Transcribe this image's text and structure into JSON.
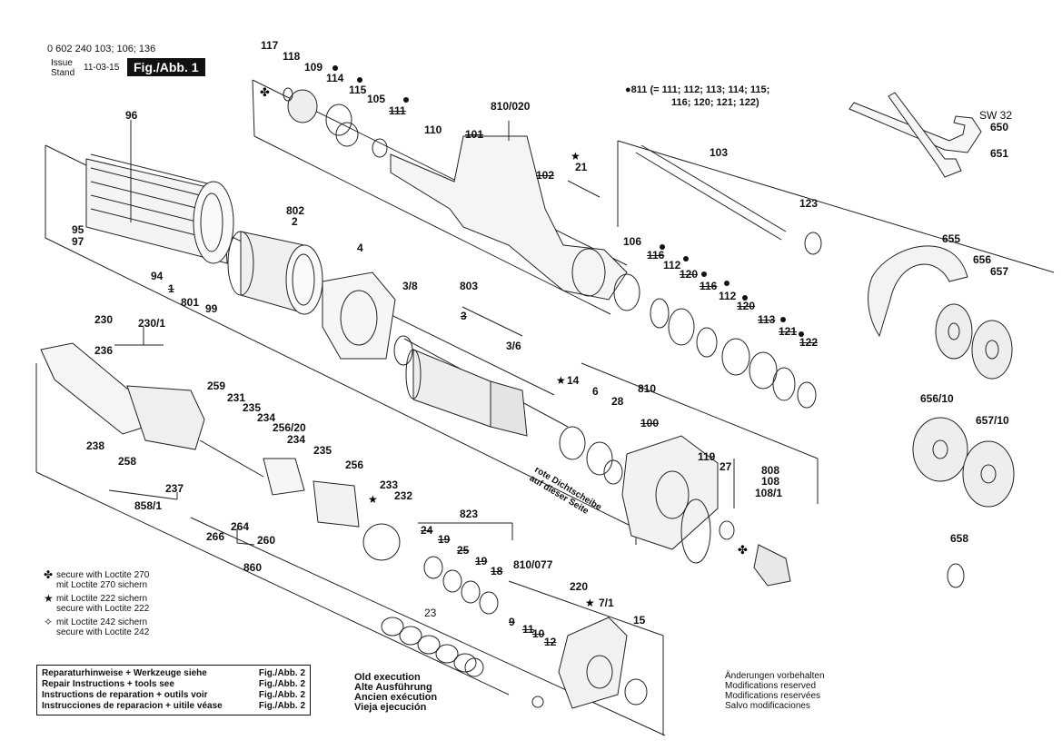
{
  "header": {
    "part_numbers": "0 602 240 103; 106; 136",
    "issue_label": "Issue",
    "stand_label": "Stand",
    "date": "11-03-15",
    "figure": "Fig./Abb. 1"
  },
  "note_811": {
    "line1": "●811 (= 111; 112; 113; 114; 115;",
    "line2": "116; 120; 121; 122)"
  },
  "rotated_note": {
    "line1": "rote Dichtscheibe",
    "line2": "auf dieser Seite"
  },
  "labels": {
    "l117": "117",
    "l118": "118",
    "l109": "109",
    "l114": "114",
    "l115": "115",
    "l105": "105",
    "l111": "111",
    "l110": "110",
    "l810_020": "810/020",
    "l101": "101",
    "l102": "102",
    "l21": "21",
    "l103": "103",
    "l123": "123",
    "lsw32": "SW 32",
    "l650": "650",
    "l651": "651",
    "l96": "96",
    "l802": "802",
    "l2": "2",
    "l95": "95",
    "l97": "97",
    "l94": "94",
    "l801": "801",
    "l99": "99",
    "l1": "1",
    "l4": "4",
    "l3_8": "3/8",
    "l803": "803",
    "l3": "3",
    "l3_6": "3/6",
    "l106": "106",
    "l116a": "116",
    "l112a": "112",
    "l120a": "120",
    "l116b": "116",
    "l112b": "112",
    "l120b": "120",
    "l113": "113",
    "l121": "121",
    "l122": "122",
    "l655": "655",
    "l656": "656",
    "l657": "657",
    "l656_10": "656/10",
    "l657_10": "657/10",
    "l658": "658",
    "l230": "230",
    "l230_1": "230/1",
    "l236": "236",
    "l259": "259",
    "l231": "231",
    "l235a": "235",
    "l234a": "234",
    "l256_20": "256/20",
    "l234b": "234",
    "l235b": "235",
    "l238": "238",
    "l258": "258",
    "l237": "237",
    "l858_1": "858/1",
    "l256": "256",
    "l233": "233",
    "l232": "232",
    "l266": "266",
    "l264": "264",
    "l260": "260",
    "l860": "860",
    "l14": "14",
    "l6": "6",
    "l28": "28",
    "l810": "810",
    "l100": "100",
    "l119": "119",
    "l27": "27",
    "l808": "808",
    "l108": "108",
    "l108_1": "108/1",
    "l823": "823",
    "l24": "24",
    "l19a": "19",
    "l25": "25",
    "l19b": "19",
    "l18": "18",
    "l23": "23",
    "l810_077": "810/077",
    "l9": "9",
    "l11": "11",
    "l10": "10",
    "l12": "12",
    "l220": "220",
    "l7_1": "7/1",
    "l15": "15"
  },
  "legend": {
    "loctite270_en": "secure with Loctite 270",
    "loctite270_de": "mit Loctite 270 sichern",
    "loctite222_de": "mit Loctite 222 sichern",
    "loctite222_en": "secure with Loctite 222",
    "loctite242_de": "mit Loctite 242 sichern",
    "loctite242_en": "secure with Loctite 242"
  },
  "repair_table": [
    {
      "text": "Reparaturhinweise + Werkzeuge siehe",
      "ref": "Fig./Abb. 2"
    },
    {
      "text": "Repair Instructions + tools see",
      "ref": "Fig./Abb. 2"
    },
    {
      "text": "Instructions de reparation + outils voir",
      "ref": "Fig./Abb. 2"
    },
    {
      "text": "Instrucciones de reparacion + uitile véase",
      "ref": "Fig./Abb. 2"
    }
  ],
  "old_execution": {
    "en": "Old execution",
    "de": "Alte Ausführung",
    "fr": "Ancien exécution",
    "es": "Vieja ejecución"
  },
  "changes_note": {
    "de": "Änderungen vorbehalten",
    "en": "Modifications reserved",
    "fr": "Modifications reservées",
    "es": "Salvo modificaciones"
  },
  "icons": [
    "loctite-270-clover-icon",
    "loctite-222-star-icon",
    "loctite-242-outline-star-icon",
    "part-811-dot-icon",
    "ground-symbol-icon"
  ]
}
